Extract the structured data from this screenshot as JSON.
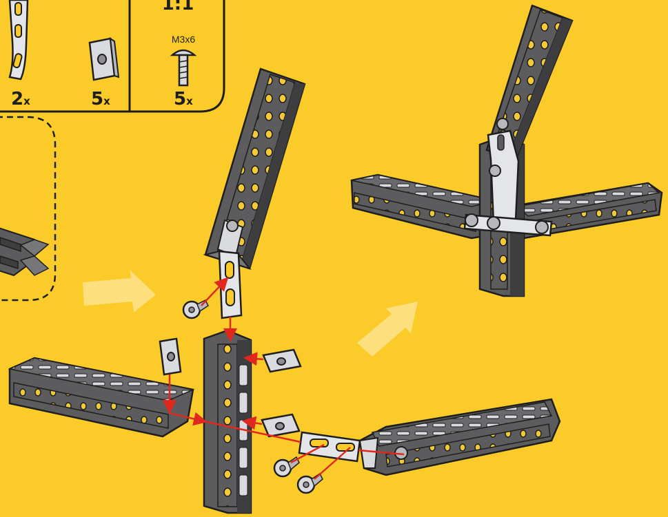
{
  "parts_box": {
    "scale": "1:1",
    "items": [
      {
        "name": "bent-bracket",
        "count": "2",
        "unit": "x"
      },
      {
        "name": "square-nut",
        "count": "5",
        "unit": "x"
      },
      {
        "name": "screw",
        "label": "M3x6",
        "count": "5",
        "unit": "x"
      }
    ]
  },
  "colors": {
    "background": "#FBCB2A",
    "beam": "#5C5C5E",
    "beam_dark": "#3E3E40",
    "beam_light": "#77777A",
    "hole": "#F3C93A",
    "metal": "#DADBDF",
    "assembly_line": "#E0281E",
    "step_arrow": "#FDE38C",
    "outline": "#1E1E1E"
  },
  "icons": [
    "step-arrow-right-icon",
    "step-arrow-up-right-icon",
    "screw-icon",
    "nut-icon",
    "bracket-icon"
  ]
}
